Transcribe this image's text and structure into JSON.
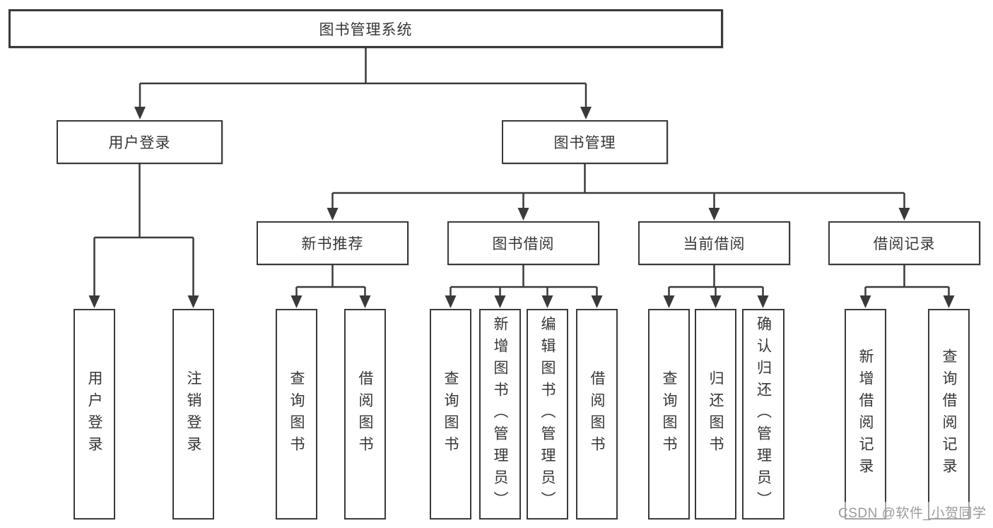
{
  "colors": {
    "line": "#3a3a3a",
    "text": "#363636",
    "watermark": "#9b9b9b",
    "background": "#ffffff"
  },
  "watermark": "CSDN @软件_小贺同学",
  "diagram": {
    "type": "hierarchy-tree",
    "root": {
      "label": "图书管理系统"
    },
    "branches": [
      {
        "label": "用户登录",
        "children": [
          {
            "label": "用户登录"
          },
          {
            "label": "注销登录"
          }
        ]
      },
      {
        "label": "图书管理",
        "children": [
          {
            "label": "新书推荐",
            "children": [
              {
                "label": "查询图书"
              },
              {
                "label": "借阅图书"
              }
            ]
          },
          {
            "label": "图书借阅",
            "children": [
              {
                "label": "查询图书"
              },
              {
                "label": "新增图书（管理员）"
              },
              {
                "label": "编辑图书（管理员）"
              },
              {
                "label": "借阅图书"
              }
            ]
          },
          {
            "label": "当前借阅",
            "children": [
              {
                "label": "查询图书"
              },
              {
                "label": "归还图书"
              },
              {
                "label": "确认归还（管理员）"
              }
            ]
          },
          {
            "label": "借阅记录",
            "children": [
              {
                "label": "新增借阅记录"
              },
              {
                "label": "查询借阅记录"
              }
            ]
          }
        ]
      }
    ]
  }
}
